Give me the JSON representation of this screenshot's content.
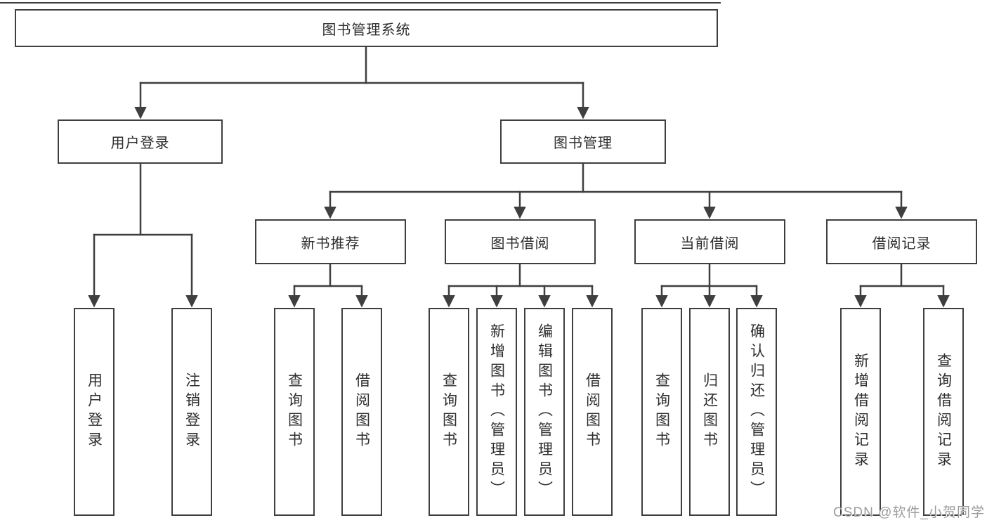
{
  "tree": {
    "label": "图书管理系统",
    "children": [
      {
        "label": "用户登录",
        "children": [
          {
            "label": "用户登录"
          },
          {
            "label": "注销登录"
          }
        ]
      },
      {
        "label": "图书管理",
        "children": [
          {
            "label": "新书推荐",
            "children": [
              {
                "label": "查询图书"
              },
              {
                "label": "借阅图书"
              }
            ]
          },
          {
            "label": "图书借阅",
            "children": [
              {
                "label": "查询图书"
              },
              {
                "label": "新增图书（管理员）"
              },
              {
                "label": "编辑图书（管理员）"
              },
              {
                "label": "借阅图书"
              }
            ]
          },
          {
            "label": "当前借阅",
            "children": [
              {
                "label": "查询图书"
              },
              {
                "label": "归还图书"
              },
              {
                "label": "确认归还（管理员）"
              }
            ]
          },
          {
            "label": "借阅记录",
            "children": [
              {
                "label": "新增借阅记录"
              },
              {
                "label": "查询借阅记录"
              }
            ]
          }
        ]
      }
    ]
  },
  "watermark": {
    "text": "CSDN @软件_小贺同学"
  },
  "colors": {
    "line": "#3f3f3f",
    "text": "#2e2e2e",
    "box_fill": "#ffffff",
    "watermark": "#9c9c9c",
    "background": "#ffffff"
  }
}
